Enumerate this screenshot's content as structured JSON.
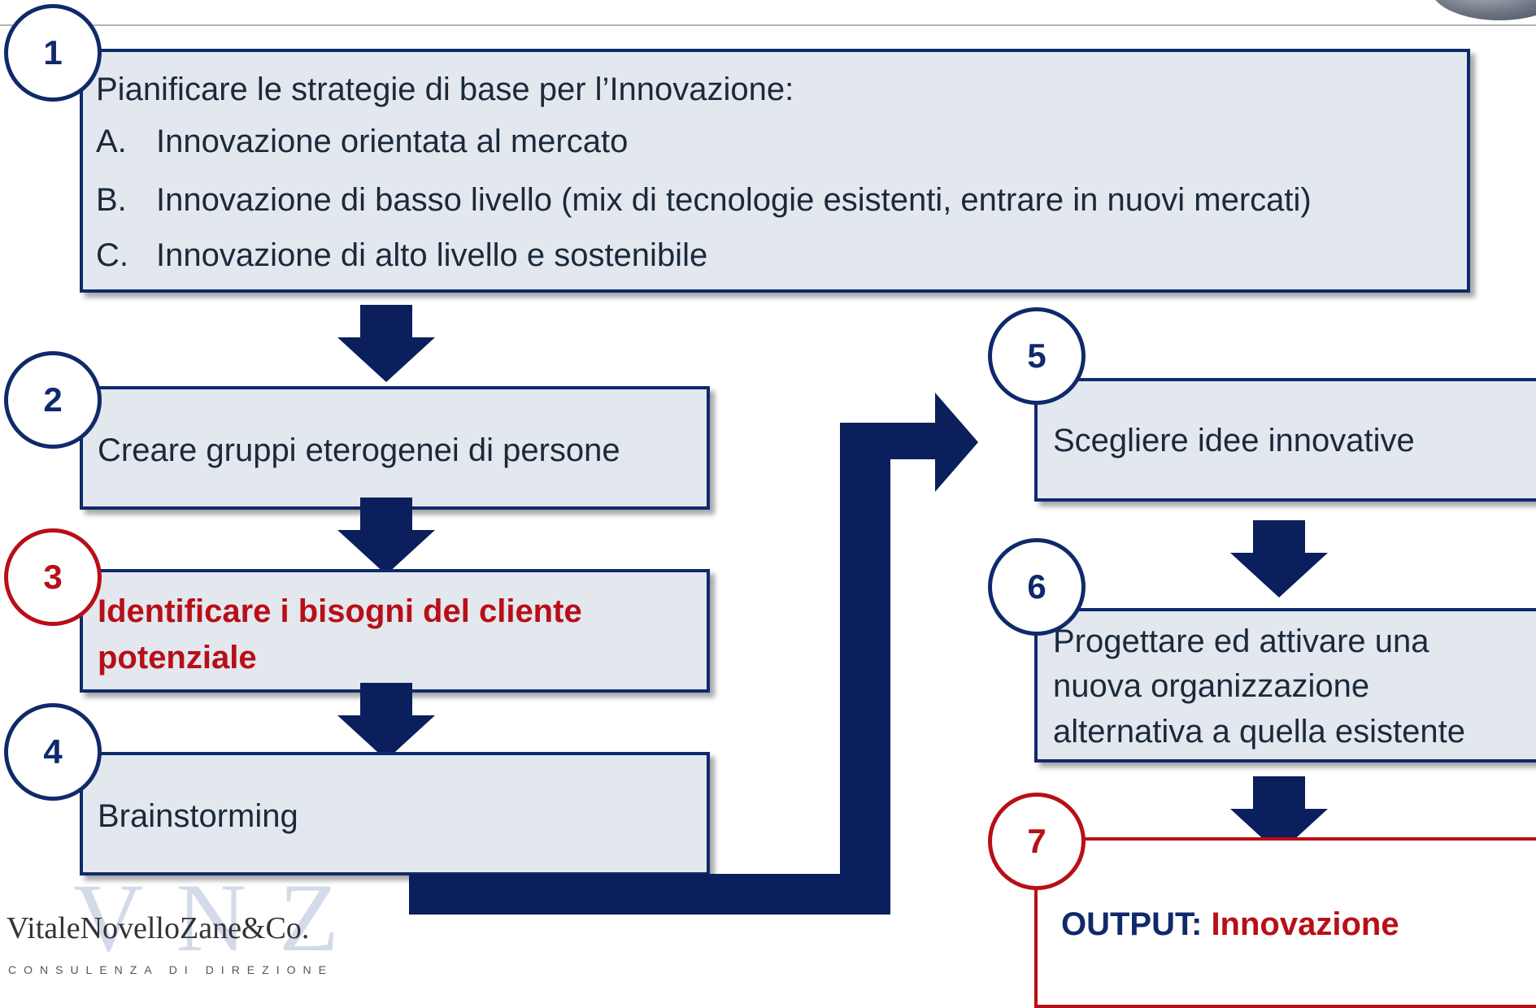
{
  "steps": {
    "s1": {
      "number": "1",
      "title": "Pianificare le strategie di base per l’Innovazione:",
      "items": [
        {
          "letter": "A.",
          "text": "Innovazione orientata al mercato"
        },
        {
          "letter": "B.",
          "text": "Innovazione di basso livello (mix di tecnologie esistenti, entrare in nuovi mercati)"
        },
        {
          "letter": "C.",
          "text": "Innovazione di alto livello e sostenibile"
        }
      ]
    },
    "s2": {
      "number": "2",
      "text": "Creare gruppi  eterogenei di persone"
    },
    "s3": {
      "number": "3",
      "line1": "Identificare i bisogni del cliente",
      "line2": "potenziale"
    },
    "s4": {
      "number": "4",
      "text": "Brainstorming"
    },
    "s5": {
      "number": "5",
      "text": "Scegliere idee innovative"
    },
    "s6": {
      "number": "6",
      "line1": "Progettare ed attivare una",
      "line2": "nuova organizzazione",
      "line3": "alternativa a quella esistente"
    },
    "s7": {
      "number": "7",
      "prefix": "OUTPUT: ",
      "highlight": "Innovazione"
    }
  },
  "logo": {
    "ghost": "VNZ",
    "name": "VitaleNovelloZane&Co.",
    "subtitle": "CONSULENZA DI DIREZIONE"
  },
  "colors": {
    "navy": "#0f2a6b",
    "red": "#b80f17",
    "box_fill": "#e3e8ee",
    "arrow": "#0a1f5c"
  }
}
